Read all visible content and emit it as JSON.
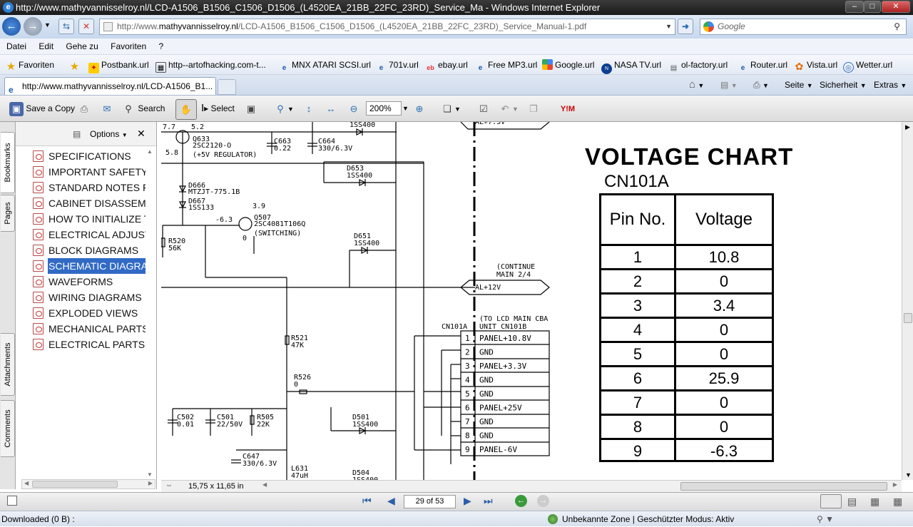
{
  "window": {
    "title": "http://www.mathyvannisselroy.nl/LCD-A1506_B1506_C1506_D1506_(L4520EA_21BB_22FC_23RD)_Service_Ma - Windows Internet Explorer"
  },
  "address": {
    "url_prefix": "http://www.",
    "url_domain": "mathyvannisselroy.nl",
    "url_rest": "/LCD-A1506_B1506_C1506_D1506_(L4520EA_21BB_22FC_23RD)_Service_Manual-1.pdf",
    "search_placeholder": "Google"
  },
  "menu": [
    "Datei",
    "Edit",
    "Gehe zu",
    "Favoriten",
    "?"
  ],
  "favorites": {
    "label": "Favoriten",
    "items": [
      "Postbank.url",
      "http--artofhacking.com-t...",
      "MNX ATARI SCSI.url",
      "701v.url",
      "ebay.url",
      "Free MP3.url",
      "Google.url",
      "NASA TV.url",
      "ol-factory.url",
      "Router.url",
      "Vista.url",
      "Wetter.url"
    ]
  },
  "tab": {
    "label": "http://www.mathyvannisselroy.nl/LCD-A1506_B1..."
  },
  "commands": {
    "page": "Seite",
    "security": "Sicherheit",
    "extras": "Extras"
  },
  "acrobat": {
    "save_copy": "Save a Copy",
    "search": "Search",
    "select": "Select",
    "zoom": "200%"
  },
  "bookmarks": {
    "options": "Options",
    "items": [
      "SPECIFICATIONS",
      "IMPORTANT SAFETY",
      "STANDARD NOTES FC",
      "CABINET DISASSEME",
      "HOW TO INITIALIZE TH",
      "ELECTRICAL ADJUSTI",
      "BLOCK DIAGRAMS",
      "SCHEMATIC DIAGRAM",
      "WAVEFORMS",
      "WIRING DIAGRAMS",
      "EXPLODED VIEWS",
      "MECHANICAL PARTS",
      "ELECTRICAL PARTS L"
    ],
    "selected_index": 7
  },
  "side_tabs": [
    "Bookmarks",
    "Pages",
    "Attachments",
    "Comments"
  ],
  "schematic": {
    "labels": [
      "7.7",
      "5.2",
      "Q633",
      "2SC2120-O",
      "(+5V REGULATOR)",
      "5.8",
      "C663",
      "0.22",
      "1SS400",
      "C664",
      "330/6.3V",
      "D653",
      "1SS400",
      "D666",
      "MTZJT-775.1B",
      "D667",
      "1SS133",
      "3.9",
      "-6.3",
      "Q507",
      "2SC4081T106Q",
      "(SWITCHING)",
      "0",
      "R520",
      "56K",
      "D651",
      "1SS400",
      "(CONTINUE",
      "MAIN 2/4",
      "AL+12V",
      "AL+7.5V",
      "R521",
      "47K",
      "R526",
      "0",
      "CN101A",
      "(TO LCD MAIN CBA",
      "UNIT CN101B",
      "C502",
      "0.01",
      "C501",
      "22/50V",
      "R505",
      "22K",
      "D501",
      "1SS400",
      "C647",
      "330/6.3V",
      "L631",
      "47uH",
      "D504",
      "1SS400"
    ],
    "connector_pins": [
      "PANEL+10.8V",
      "GND",
      "PANEL+3.3V",
      "GND",
      "GND",
      "PANEL+25V",
      "GND",
      "GND",
      "PANEL-6V"
    ]
  },
  "voltage_chart": {
    "title": "VOLTAGE  CHART",
    "subtitle": "CN101A",
    "header_pin": "Pin No.",
    "header_voltage": "Voltage",
    "rows": [
      {
        "pin": "1",
        "voltage": "10.8"
      },
      {
        "pin": "2",
        "voltage": "0"
      },
      {
        "pin": "3",
        "voltage": "3.4"
      },
      {
        "pin": "4",
        "voltage": "0"
      },
      {
        "pin": "5",
        "voltage": "0"
      },
      {
        "pin": "6",
        "voltage": "25.9"
      },
      {
        "pin": "7",
        "voltage": "0"
      },
      {
        "pin": "8",
        "voltage": "0"
      },
      {
        "pin": "9",
        "voltage": "-6.3"
      }
    ]
  },
  "status": {
    "page_size": "15,75 x 11,65 in",
    "page_indicator": "29 of 53",
    "download": "Downloaded  (0 B) :",
    "zone": "Unbekannte Zone | Geschützter Modus: Aktiv"
  }
}
